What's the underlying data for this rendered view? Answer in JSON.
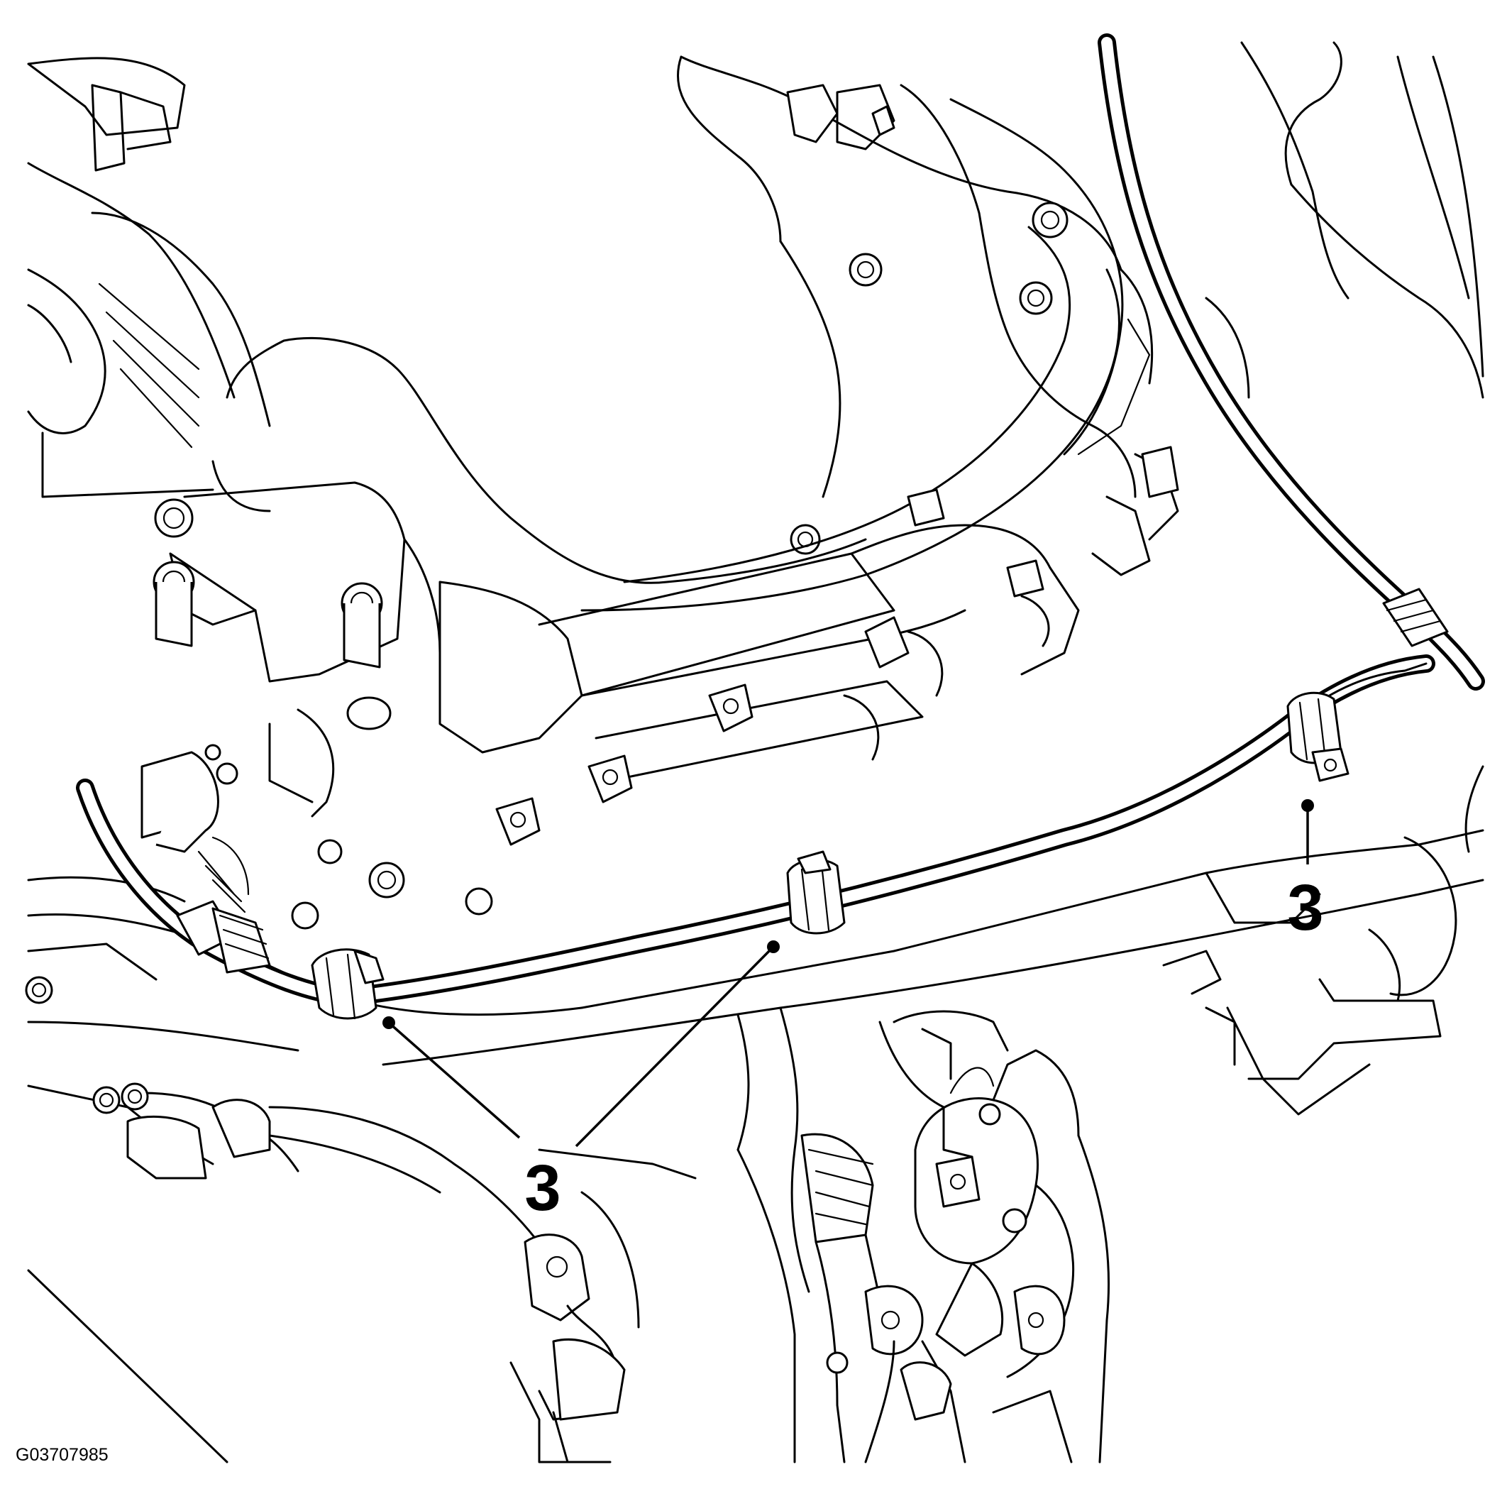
{
  "figure_id": "G03707985",
  "callouts": [
    {
      "label": "3",
      "target": "pipe-clip-left"
    },
    {
      "label": "3",
      "target": "pipe-clip-middle"
    },
    {
      "label": "3",
      "target": "pipe-clip-right"
    }
  ]
}
